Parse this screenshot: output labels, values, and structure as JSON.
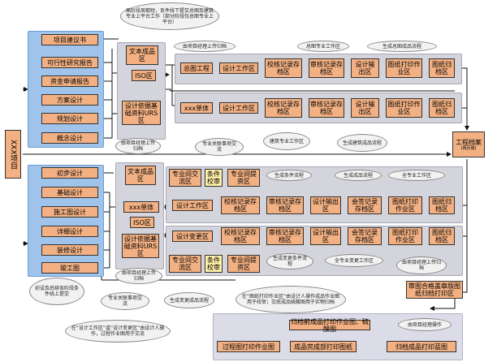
{
  "project": "XXX项目",
  "archive": {
    "title": "工程档案",
    "sub": "(网页端)"
  },
  "top_bubble": "高阶段周期短，条件线下提交总图及建筑专业上平台工作（部分阶段仅总图专业上平台）",
  "stage1_items": [
    "项目建议书",
    "可行性研究报告",
    "资金申请报告",
    "方案设计",
    "规划设计",
    "概念设计"
  ],
  "stage2_items": [
    "初步设计",
    "基础设计",
    "施工图设计",
    "详细设计",
    "装修设计",
    "竣工图"
  ],
  "stage2_note": "初设及后续各阶段条件线上提交",
  "top_left_col": {
    "text_area": "文本成品区",
    "iso": "ISO区",
    "urs": "设计依据基础资料URS区"
  },
  "top_rows": [
    {
      "lead": "总图工程",
      "steps": [
        "设计工作区",
        "校核记录存档区",
        "审核记录存档区",
        "设计输出区",
        "图纸打印作业区",
        "图纸归档区"
      ]
    },
    {
      "lead": "xxx单体",
      "steps": [
        "设计工作区",
        "校核记录存档区",
        "审核记录存档区",
        "设计输出区",
        "图纸打印作业区",
        "图纸归档区"
      ]
    }
  ],
  "top_notes": {
    "upload1": "由项目经理上传归档",
    "zongtu": "总图专业工作区",
    "gen_zongtu": "生成总图成品流程",
    "jianzhu": "建筑专业工作区",
    "gen_jianzhu": "生成建筑成品流程",
    "urs_upload": "由项目经理上传归档",
    "cond_link": "专业关联事项交流"
  },
  "bottom_left_col": {
    "text_area": "文本成品区",
    "unit": "xxx单体",
    "iso": "ISO区",
    "urs": "设计依据基础资料URS区"
  },
  "bottom_row1": {
    "exchange": "专业间交流区",
    "cond": "条件校审",
    "prov": "专业间提资区",
    "design": "设计工作区",
    "proof": "校核记录存档区",
    "audit": "审核记录存档区",
    "output": "设计输出区",
    "sign": "会签记录存档区",
    "print": "图纸打印作业区",
    "archive": "图纸归档区"
  },
  "bottom_row2": {
    "change": "设计变更区",
    "proof": "校核记录存档区",
    "audit": "审核记录存档区",
    "output": "设计输出区",
    "sign": "会签记录存档区",
    "print": "图纸打印作业区",
    "archive": "图纸归档区",
    "exchange": "专业间交流区",
    "cond": "条件校审",
    "prov": "专业间提资区"
  },
  "bottom_notes": {
    "gen_cond": "生成条件流程",
    "gen_product": "生成成品流程",
    "all_work": "全专业工作区",
    "all_change": "全专业变更工作区",
    "gen_change_cond": "生成变更条件流程",
    "gen_change_product": "生成变更成品流程",
    "exchange2": "专业关联事项交流",
    "pm_upload": "由项目经理上传归档",
    "pm_upload2": "由项目经理上传归档"
  },
  "stamp_box": "审图合格盖章版图纸归档打印区",
  "print_section": {
    "note_top": "在“图纸打印作业区”由设计人操作成品作业图用于校审；交底成品硫酸图用于实物归档",
    "sulfate": "归档前成品打印作业图、硫酸图",
    "process_print": "过程图打印作业图",
    "final_print": "成品完成部打印图纸",
    "archive_print": "归档成品打印蓝图",
    "note_left": "在“设计工作区”或“设计变更区”由设计人操作，过程作业图用于交流",
    "note_right": "由项目经理操作"
  }
}
